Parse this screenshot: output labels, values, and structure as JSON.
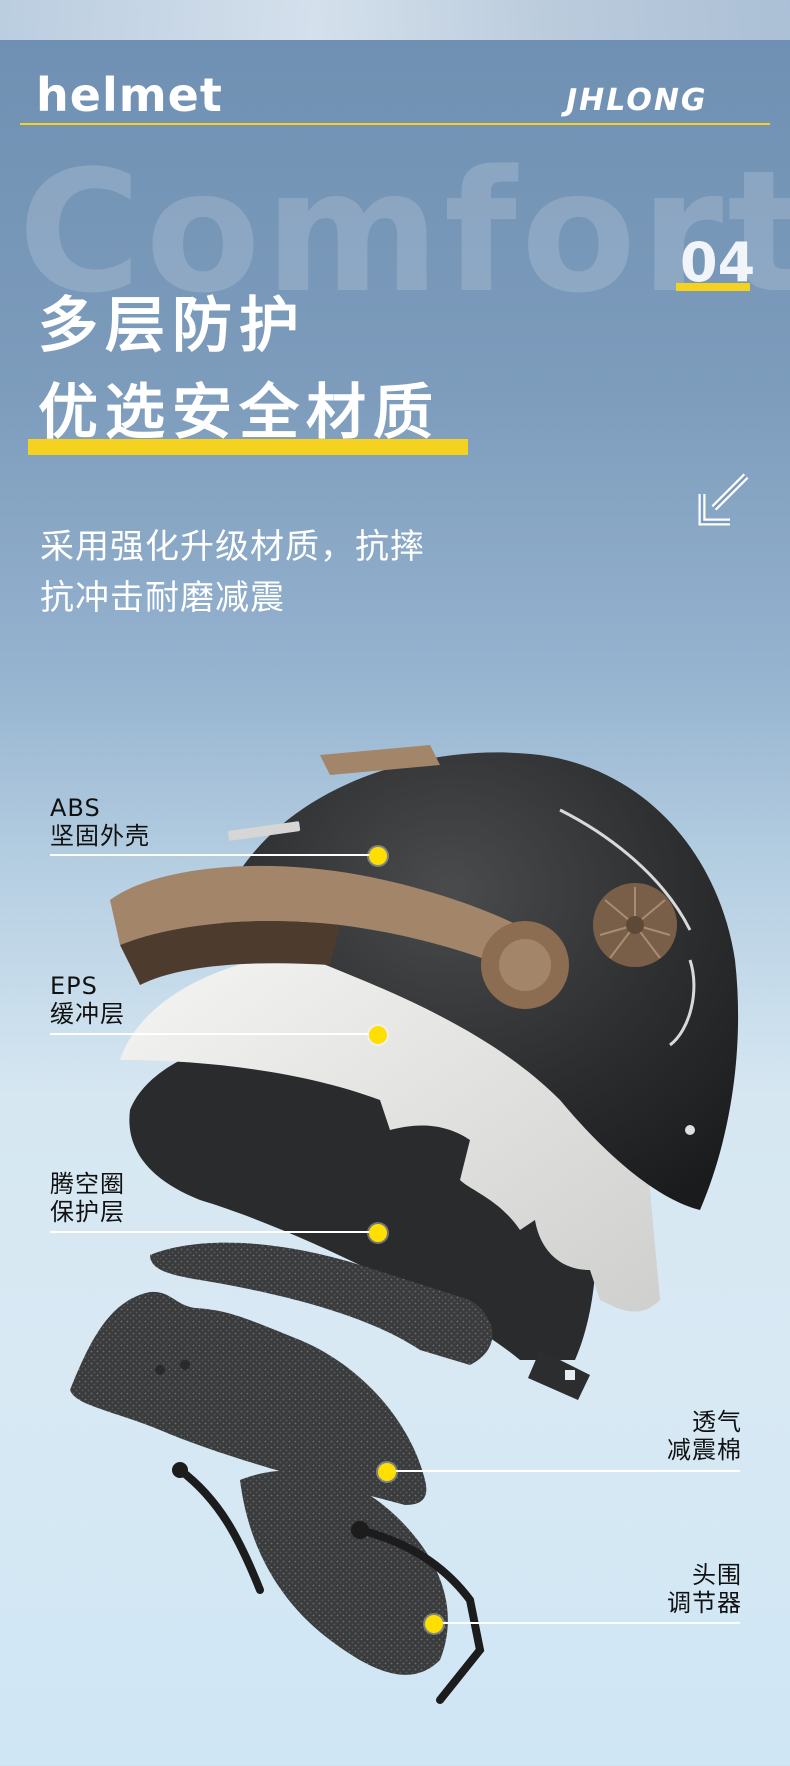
{
  "header": {
    "brand_word": "helmet",
    "logo_text": "JHLONG",
    "background_word": "Comfort",
    "section_number": "04"
  },
  "headline": {
    "line1": "多层防护",
    "line2": "优选安全材质"
  },
  "description": {
    "line1": "采用强化升级材质，抗摔",
    "line2": "抗冲击耐磨减震"
  },
  "callouts": [
    {
      "line1": "ABS",
      "line2": "坚固外壳"
    },
    {
      "line1": "EPS",
      "line2": "缓冲层"
    },
    {
      "line1": "腾空圈",
      "line2": "保护层"
    },
    {
      "line1": "透气",
      "line2": "减震棉"
    },
    {
      "line1": "头围",
      "line2": "调节器"
    }
  ],
  "colors": {
    "accent_yellow": "#f4d21f",
    "dot_yellow": "#ffdf00",
    "helmet_shell": "#2b2c2e",
    "visor_tan": "#a3856a",
    "foam_white": "#ececea"
  },
  "icons": {
    "arrow": "arrow-down-left-icon"
  }
}
